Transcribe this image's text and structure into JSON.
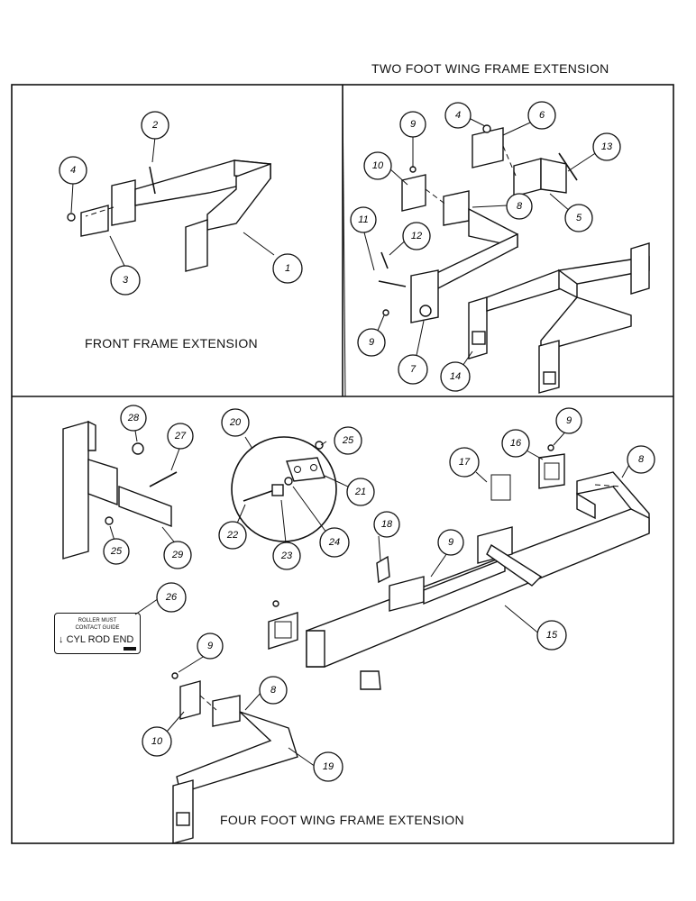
{
  "titles": {
    "two_foot": "TWO FOOT WING FRAME EXTENSION",
    "front": "FRONT FRAME EXTENSION",
    "four_foot": "FOUR FOOT WING FRAME EXTENSION"
  },
  "decal": {
    "line1": "ROLLER MUST",
    "line2": "CONTACT GUIDE",
    "line3": "CYL ROD END"
  },
  "callouts": {
    "front_panel": [
      "1",
      "2",
      "3",
      "4"
    ],
    "two_foot_panel": [
      "4",
      "5",
      "6",
      "7",
      "8",
      "9",
      "9",
      "10",
      "11",
      "12",
      "13",
      "14"
    ],
    "four_foot_panel": [
      "8",
      "8",
      "9",
      "9",
      "9",
      "10",
      "15",
      "16",
      "17",
      "18",
      "19",
      "20",
      "21",
      "22",
      "23",
      "24",
      "25",
      "25",
      "26",
      "27",
      "28",
      "29"
    ]
  }
}
